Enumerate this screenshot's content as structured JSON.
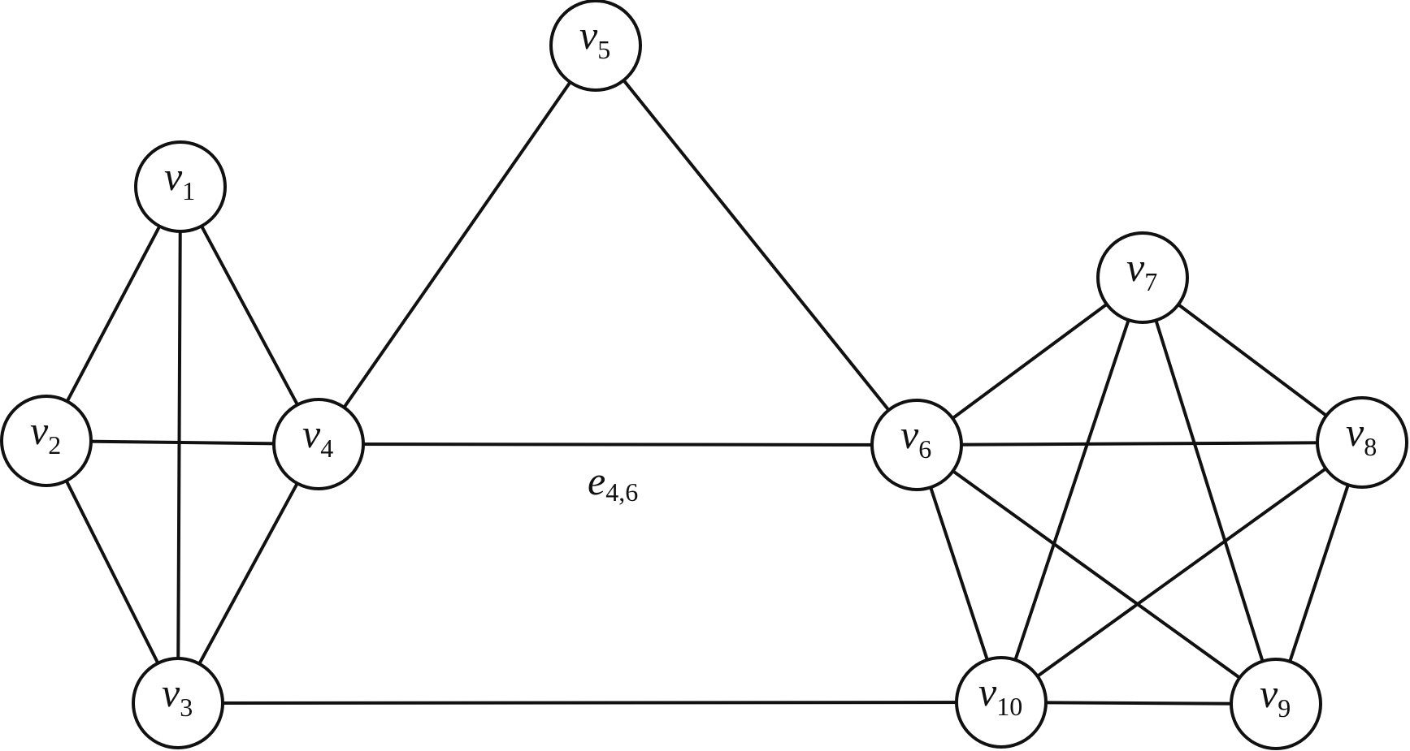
{
  "nodes": [
    {
      "id": "v1",
      "label": "v",
      "sub": "1"
    },
    {
      "id": "v2",
      "label": "v",
      "sub": "2"
    },
    {
      "id": "v3",
      "label": "v",
      "sub": "3"
    },
    {
      "id": "v4",
      "label": "v",
      "sub": "4"
    },
    {
      "id": "v5",
      "label": "v",
      "sub": "5"
    },
    {
      "id": "v6",
      "label": "v",
      "sub": "6"
    },
    {
      "id": "v7",
      "label": "v",
      "sub": "7"
    },
    {
      "id": "v8",
      "label": "v",
      "sub": "8"
    },
    {
      "id": "v9",
      "label": "v",
      "sub": "9"
    },
    {
      "id": "v10",
      "label": "v",
      "sub": "10"
    }
  ],
  "edges": [
    [
      "v1",
      "v2"
    ],
    [
      "v1",
      "v3"
    ],
    [
      "v1",
      "v4"
    ],
    [
      "v2",
      "v3"
    ],
    [
      "v2",
      "v4"
    ],
    [
      "v3",
      "v4"
    ],
    [
      "v4",
      "v5"
    ],
    [
      "v5",
      "v6"
    ],
    [
      "v4",
      "v6"
    ],
    [
      "v3",
      "v10"
    ],
    [
      "v6",
      "v7"
    ],
    [
      "v6",
      "v8"
    ],
    [
      "v6",
      "v9"
    ],
    [
      "v6",
      "v10"
    ],
    [
      "v7",
      "v8"
    ],
    [
      "v7",
      "v9"
    ],
    [
      "v7",
      "v10"
    ],
    [
      "v8",
      "v9"
    ],
    [
      "v8",
      "v10"
    ],
    [
      "v9",
      "v10"
    ]
  ],
  "edge_label": {
    "main": "e",
    "sub": "4,6"
  }
}
